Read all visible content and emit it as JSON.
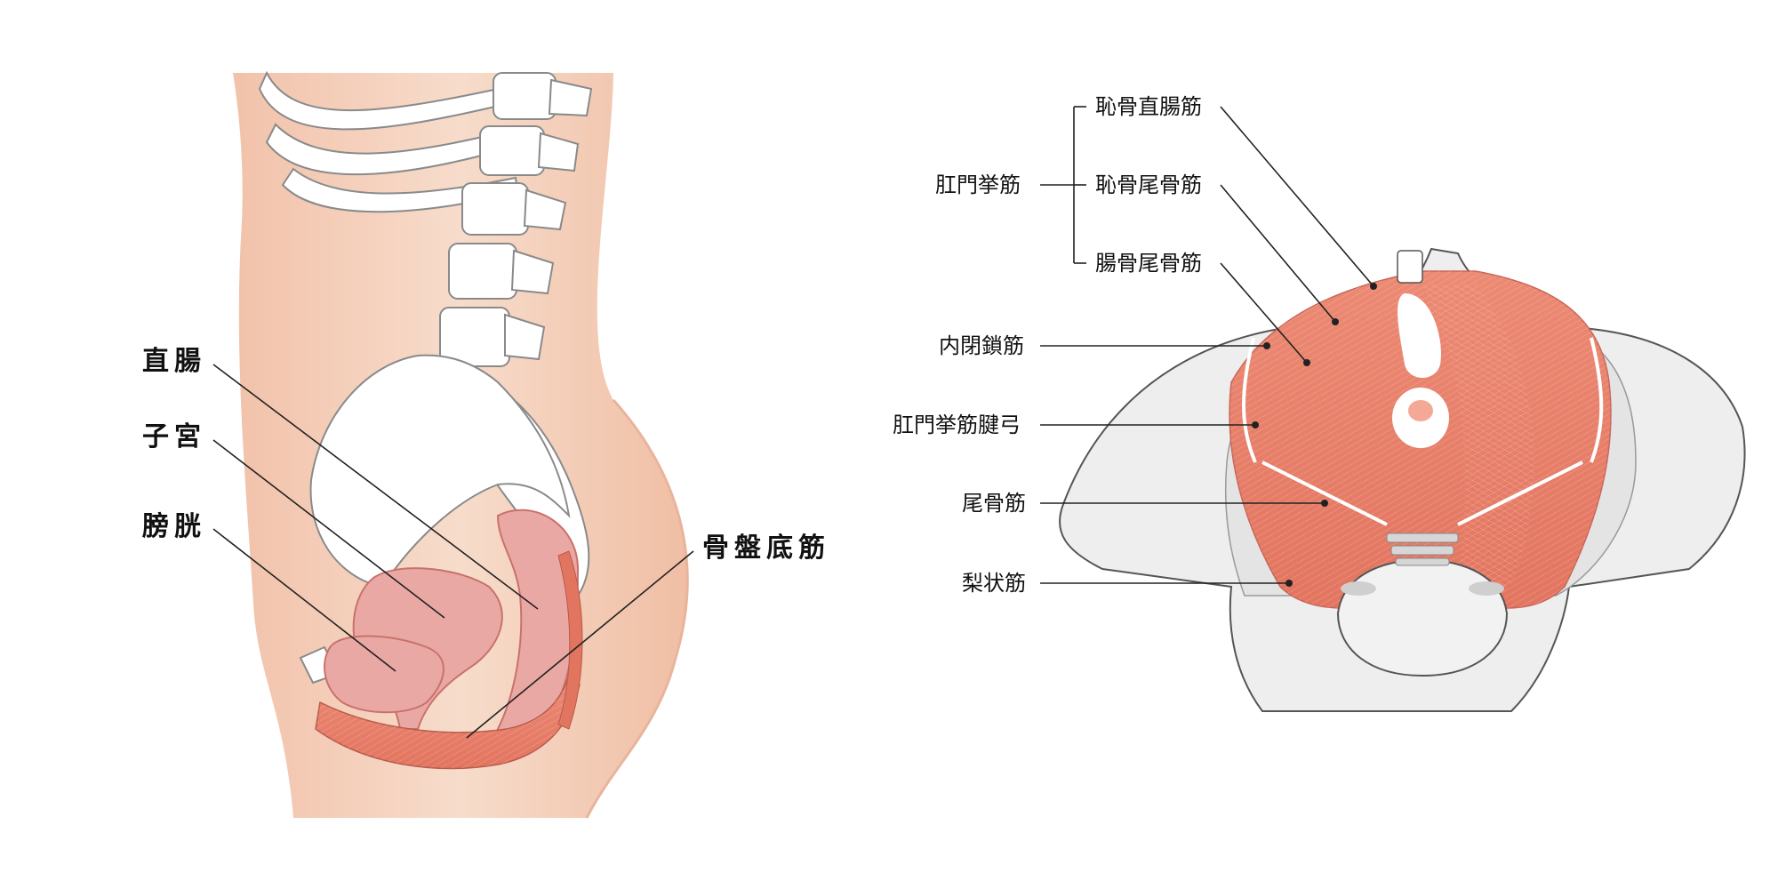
{
  "sagittal_view": {
    "labels": {
      "rectum": "直腸",
      "uterus": "子宮",
      "bladder": "膀胱",
      "pelvic_floor": "骨盤底筋"
    }
  },
  "pelvic_floor_view": {
    "labels": {
      "pubococcygeus_rectalis": "恥骨直腸筋",
      "levator_ani": "肛門挙筋",
      "pubococcygeus": "恥骨尾骨筋",
      "iliococcygeus": "腸骨尾骨筋",
      "obturator_internus": "内閉鎖筋",
      "tendinous_arch": "肛門挙筋腱弓",
      "coccygeus": "尾骨筋",
      "piriformis": "梨状筋"
    }
  },
  "colors": {
    "skin": "#f4cfbb",
    "bone": "#f2f2f2",
    "muscle": "#e8806c",
    "organ": "#eaa8a4"
  }
}
